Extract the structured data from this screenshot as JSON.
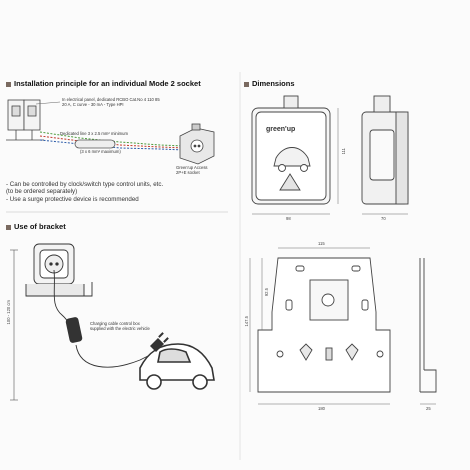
{
  "install": {
    "title": "Installation principle for an individual Mode 2 socket",
    "panel_note_1": "In electrical panel, dedicated RCBO Cat.No 4 110 85",
    "panel_note_2": "20 A, C curve - 30 mA - Type HPI",
    "cable_note": "Dedicated line 3 x 2.5 mm² minimum",
    "cable_note_2": "(3 x 6 mm² maximum)",
    "socket_label_1": "Green'up Access",
    "socket_label_2": "2P+E socket",
    "bullets": [
      "- Can be controlled by clock/switch type control units, etc.",
      "(to be ordered separately)",
      "- Use a surge protective device is recommended"
    ]
  },
  "bracket": {
    "title": "Use of bracket",
    "dim_height": "100 - 120 cm",
    "cable_box_note_1": "Charging cable control box",
    "cable_box_note_2": "supplied with the electric vehicle"
  },
  "dimensions": {
    "title": "Dimensions",
    "front_width": "98",
    "front_height": "111",
    "side_width": "70",
    "brand": "green'up",
    "plate_width_top": "115",
    "plate_width_bottom": "180",
    "plate_height_inner": "92.5",
    "plate_height_total": "147.5",
    "hook_depth": "25"
  },
  "colors": {
    "title_square": "#7a6a60",
    "line": "#333333",
    "dotted_green": "#4a9a3a",
    "dotted_red": "#c0392b",
    "dotted_blue": "#2a5aa8"
  }
}
